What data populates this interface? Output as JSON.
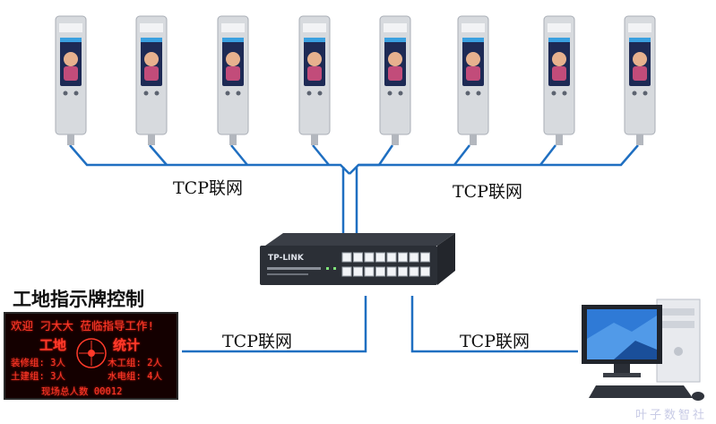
{
  "diagram": {
    "network_label": "TCP联网",
    "switch_brand": "TP-LINK",
    "board_title": "工地指示牌控制",
    "led_board": {
      "banner": "欢迎 刁大大 莅临指导工作!",
      "left_title": "工地",
      "right_title": "统计",
      "row1_left": "装修组: 3人",
      "row1_right": "木工组: 2人",
      "row2_left": "土建组: 3人",
      "row2_right": "水电组: 4人",
      "total": "现场总人数 00012"
    },
    "watermark": "叶子数智社",
    "colors": {
      "cable": "#1f6fc1",
      "led": "#ff3a2a",
      "switch": "#2b2f36"
    }
  }
}
